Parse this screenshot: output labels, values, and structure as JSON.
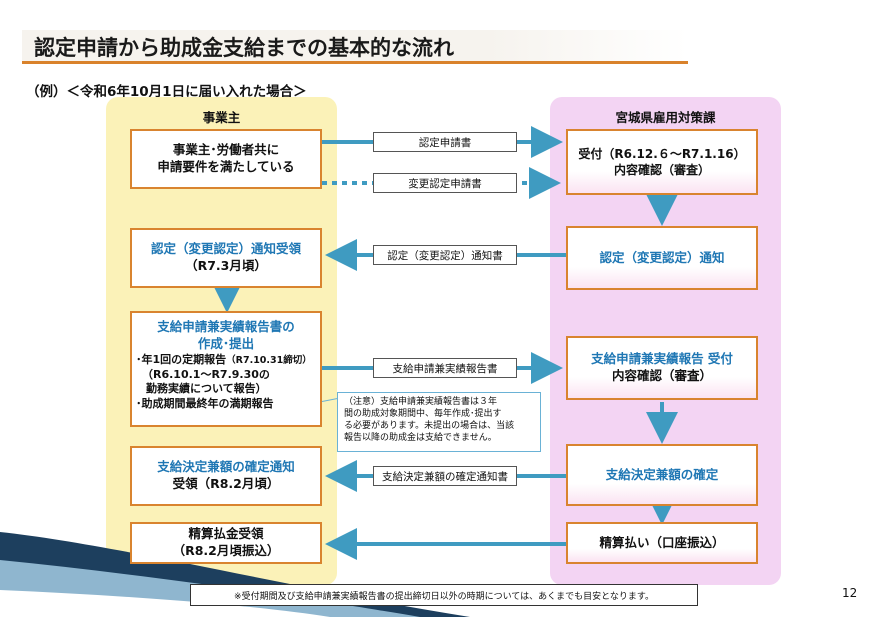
{
  "header": {
    "title": "認定申請から助成金支給までの基本的な流れ",
    "subtitle": "（例）＜令和6年10月1日に届い入れた場合＞"
  },
  "columns": {
    "left_heading": "事業主",
    "right_heading": "宮城県雇用対策課"
  },
  "left_boxes": {
    "requirement": {
      "line1": "事業主･労働者共に",
      "line2": "申請要件を満たしている"
    },
    "notice_receipt": {
      "line1": "認定（変更認定）通知受領",
      "line2": "（R7.3月頃）"
    },
    "report_creation": {
      "heading1": "支給申請兼実績報告書の",
      "heading2": "作成･提出",
      "item1_main": "･年1回の定期報告",
      "item1_small": "（R7.10.31締切）",
      "item2": "（R6.10.1～R7.9.30の",
      "item3": "勤務実績について報告）",
      "item4": "･助成期間最終年の満期報告"
    },
    "decision_receipt": {
      "line1": "支給決定兼額の確定通知",
      "line2": "受領（R8.2月頃）"
    },
    "payment_receipt": {
      "line1": "精算払金受領",
      "line2": "（R8.2月頃振込）"
    }
  },
  "right_boxes": {
    "acceptance": {
      "line1": "受付（R6.12.６～R7.1.16）",
      "line2": "内容確認（審査）"
    },
    "notice": {
      "line1": "認定（変更認定）通知"
    },
    "report_acceptance": {
      "line1": "支給申請兼実績報告 受付",
      "line2": "内容確認（審査）"
    },
    "decision": {
      "line1": "支給決定兼額の確定"
    },
    "payment": {
      "line1": "精算払い（口座振込）"
    }
  },
  "documents": {
    "application": "認定申請書",
    "change_application": "変更認定申請書",
    "notice_doc": "認定（変更認定）通知書",
    "report_doc": "支給申請兼実績報告書",
    "decision_doc": "支給決定兼額の確定通知書"
  },
  "note": {
    "line1": "（注意）支給申請兼実績報告書は３年",
    "line2": "間の助成対象期間中、毎年作成･提出す",
    "line3": "る必要があります。未提出の場合は、当該",
    "line4": "報告以降の助成金は支給できません。"
  },
  "footnote": "※受付期間及び支給申請兼実績報告書の提出締切日以外の時期については、あくまでも目安となります。",
  "page_number": "12",
  "colors": {
    "accent_orange": "#d9842f",
    "arrow_blue": "#3f9bc1",
    "left_column_bg": "#fbf2b8",
    "right_column_bg": "#f3d4f3",
    "heading_blue": "#1f77b4"
  }
}
